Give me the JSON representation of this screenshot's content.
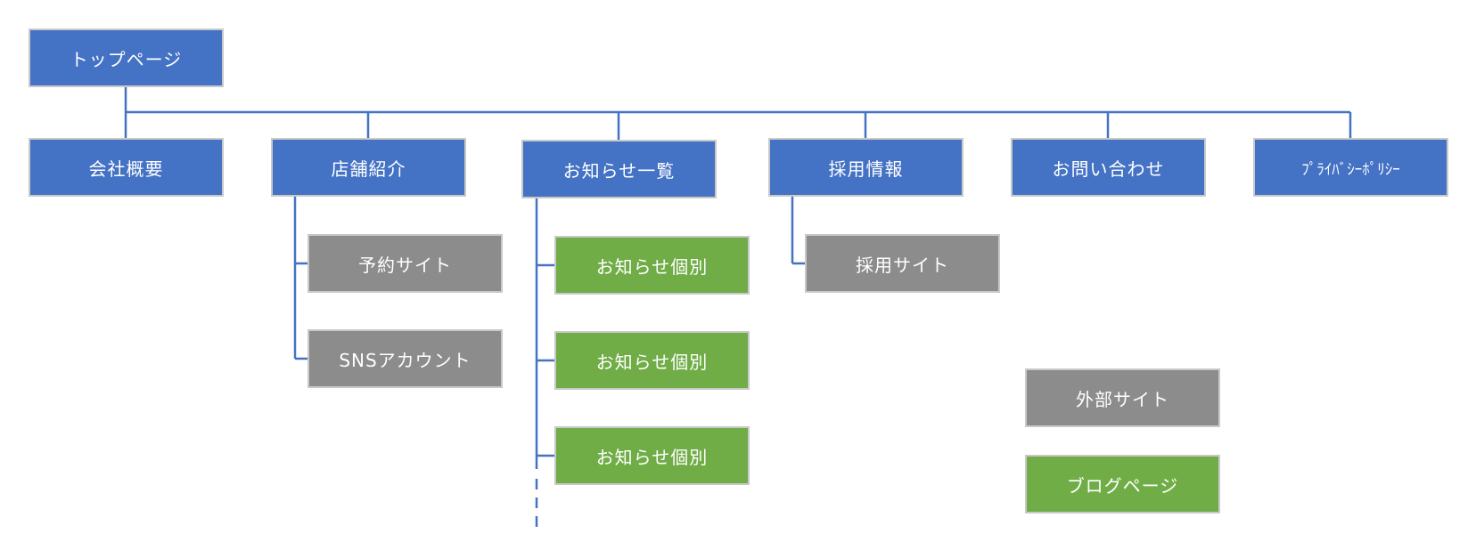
{
  "colors": {
    "page": "#4472c4",
    "external": "#8c8c8c",
    "blog": "#70ad47",
    "connector": "#4472c4",
    "border": "#c9c9c9",
    "text": "#ffffff"
  },
  "root": {
    "label": "トップページ"
  },
  "sections": [
    {
      "label": "会社概要"
    },
    {
      "label": "店舗紹介",
      "children": [
        "予約サイト",
        "SNSアカウント"
      ]
    },
    {
      "label": "お知らせ一覧",
      "children": [
        "お知らせ個別",
        "お知らせ個別",
        "お知らせ個別"
      ]
    },
    {
      "label": "採用情報",
      "children": [
        "採用サイト"
      ]
    },
    {
      "label": "お問い合わせ"
    },
    {
      "label": "ﾌﾟﾗｲﾊﾞｼｰﾎﾟﾘｼｰ"
    }
  ],
  "legend": {
    "external": "外部サイト",
    "blog": "ブログページ"
  }
}
